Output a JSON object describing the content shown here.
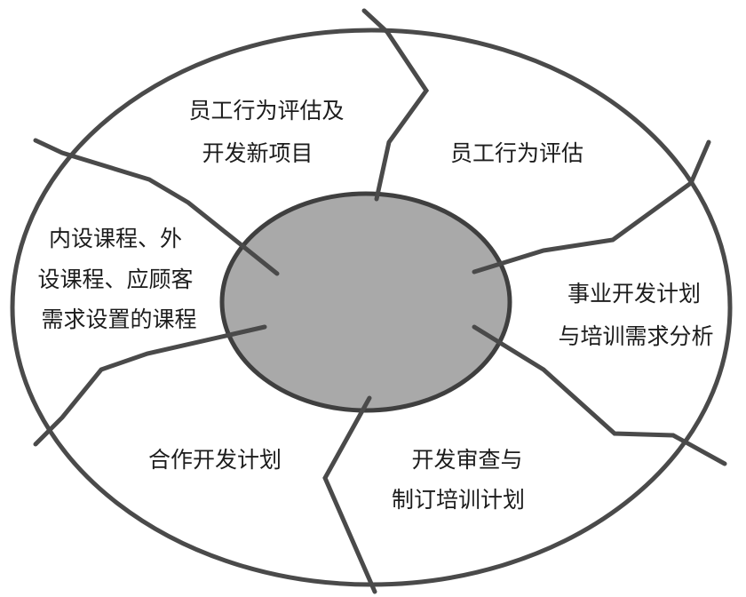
{
  "diagram": {
    "center_color": "#a9a9a9",
    "outline_color": "#4a4a4a",
    "segments": {
      "top": [
        "员工行为评估及",
        "开发新项目"
      ],
      "top_right": [
        "员工行为评估"
      ],
      "right": [
        "事业开发计划",
        "与培训需求分析"
      ],
      "bottom_right": [
        "开发审查与",
        "制订培训计划"
      ],
      "bottom_left": [
        "合作开发计划"
      ],
      "left": [
        "内设课程、外",
        "设课程、应顾客",
        "需求设置的课程"
      ]
    }
  }
}
